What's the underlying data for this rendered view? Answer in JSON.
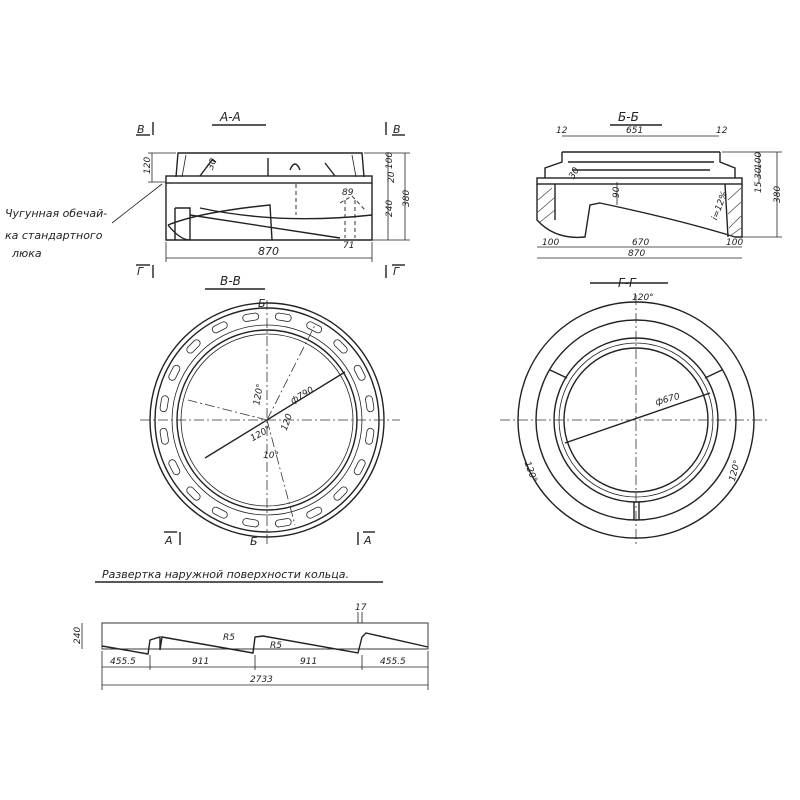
{
  "sections": {
    "aa": {
      "title": "А-А",
      "mark_left": "В",
      "mark_right": "В",
      "mark_bottom_left": "Г",
      "mark_bottom_right": "Г",
      "dims": {
        "width": "870",
        "top": "120",
        "flange": "100",
        "band": "20",
        "body": "240",
        "total": "380",
        "d1": "89",
        "d2": "71",
        "d3": "30"
      },
      "note": [
        "Чугунная обечай-",
        "ка стандартного",
        "люка"
      ]
    },
    "bb": {
      "title": "Б-Б",
      "dims": {
        "span": "651",
        "edge_left": "12",
        "edge_right": "12",
        "flange": "100",
        "band": "30",
        "gap": "15",
        "depth": "90",
        "slope": "i=12%",
        "wall_left": "100",
        "inner": "670",
        "wall_right": "100",
        "width": "870",
        "total": "380",
        "lip": "30"
      }
    },
    "vv": {
      "title": "В-В",
      "mark_top": "Б",
      "mark_bottom": "Б",
      "mark_left": "А",
      "mark_right": "А",
      "dims": {
        "diameter": "ф790",
        "angle1": "120°",
        "angle2": "120°",
        "angle3": "120",
        "angle4": "10°"
      }
    },
    "gg": {
      "title": "Г-Г",
      "dims": {
        "diameter": "ф670",
        "angle_top": "120°",
        "angle_left": "120°",
        "angle_right": "120°"
      }
    },
    "development": {
      "title": "Развертка наружной поверхности кольца.",
      "dims": {
        "height": "240",
        "step": "17",
        "radius1": "R5",
        "radius2": "R5",
        "seg1": "455.5",
        "seg2": "911",
        "seg3": "911",
        "seg4": "455.5",
        "total": "2733"
      }
    }
  }
}
